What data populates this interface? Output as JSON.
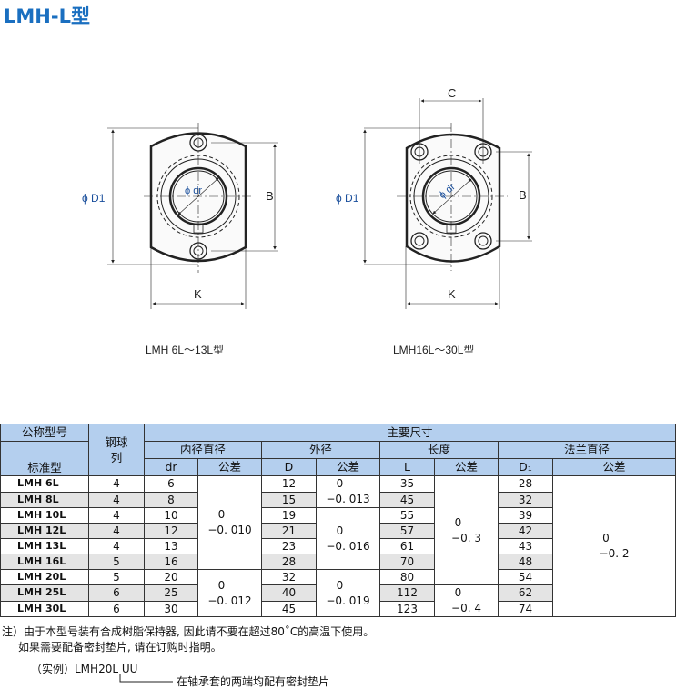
{
  "title": "LMH-L型",
  "drawings": {
    "left": {
      "caption": "LMH 6L～13L型",
      "d1_label": "ϕ D1",
      "b_label": "B",
      "k_label": "K",
      "dr_label": "ϕ dr"
    },
    "right": {
      "caption": "LMH16L～30L型",
      "d1_label": "ϕ D1",
      "b_label": "B",
      "k_label": "K",
      "c_label": "C",
      "dr_label": "ϕ dr"
    }
  },
  "table": {
    "headers": {
      "nominal": "公称型号",
      "standard": "标准型",
      "balls": "钢球列",
      "main_dims": "主要尺寸",
      "inner": "内径直径",
      "outer": "外径",
      "length": "长度",
      "flange": "法兰直径",
      "dr": "dr",
      "D": "D",
      "L": "L",
      "D1": "D₁",
      "tol": "公差"
    },
    "rows": [
      {
        "model": "LMH  6L",
        "balls": "4",
        "dr": "6",
        "D": "12",
        "L": "35",
        "D1": "28"
      },
      {
        "model": "LMH  8L",
        "balls": "4",
        "dr": "8",
        "D": "15",
        "L": "45",
        "D1": "32"
      },
      {
        "model": "LMH  10L",
        "balls": "4",
        "dr": "10",
        "D": "19",
        "L": "55",
        "D1": "39"
      },
      {
        "model": "LMH  12L",
        "balls": "4",
        "dr": "12",
        "D": "21",
        "L": "57",
        "D1": "42"
      },
      {
        "model": "LMH  13L",
        "balls": "4",
        "dr": "13",
        "D": "23",
        "L": "61",
        "D1": "43"
      },
      {
        "model": "LMH  16L",
        "balls": "5",
        "dr": "16",
        "D": "28",
        "L": "70",
        "D1": "48"
      },
      {
        "model": "LMH  20L",
        "balls": "5",
        "dr": "20",
        "D": "32",
        "L": "80",
        "D1": "54"
      },
      {
        "model": "LMH  25L",
        "balls": "6",
        "dr": "25",
        "D": "40",
        "L": "112",
        "D1": "62"
      },
      {
        "model": "LMH  30L",
        "balls": "6",
        "dr": "30",
        "D": "45",
        "L": "123",
        "D1": "74"
      }
    ],
    "tolerances": {
      "dr": [
        {
          "upper": "0",
          "lower": "−0. 010",
          "start": 0,
          "span": 6
        },
        {
          "upper": "0",
          "lower": "−0. 012",
          "start": 6,
          "span": 3
        }
      ],
      "D": [
        {
          "upper": "0",
          "lower": "−0. 013",
          "start": 0,
          "span": 2
        },
        {
          "upper": "0",
          "lower": "−0. 016",
          "start": 2,
          "span": 4
        },
        {
          "upper": "0",
          "lower": "−0. 019",
          "start": 6,
          "span": 3
        }
      ],
      "L": [
        {
          "upper": "0",
          "lower": "−0. 3",
          "start": 0,
          "span": 7
        },
        {
          "upper": "0",
          "lower": "−0. 4",
          "start": 7,
          "span": 2
        }
      ],
      "D1": [
        {
          "upper": "0",
          "lower": "−0. 2",
          "start": 0,
          "span": 9
        }
      ]
    }
  },
  "notes": {
    "line1": "注）由于本型号装有合成树脂保持器, 因此请不要在超过80˚C的高温下使用。",
    "line2": "如果需要配备密封垫片, 请在订购时指明。",
    "example_prefix": "（实例）LMH20L ",
    "example_suffix": "UU",
    "example_desc": "在轴承套的两端均配有密封垫片"
  },
  "colors": {
    "title": "#1a6fc0",
    "header_bg": "#b4cfee",
    "alt_row": "#e4e4e4",
    "dim_label": "#1a4f9c"
  }
}
